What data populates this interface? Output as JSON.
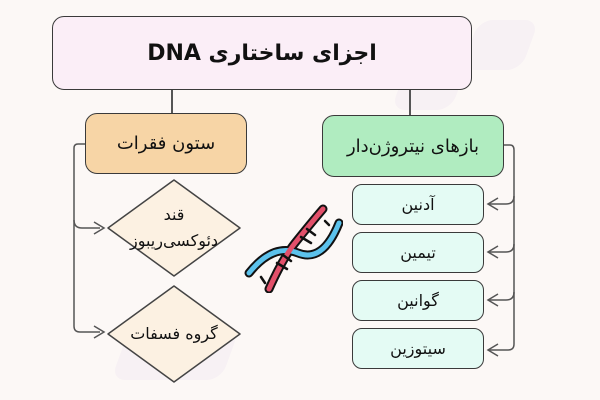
{
  "title": "اجزای ساختاری DNA",
  "branches": {
    "backbone": {
      "label": "ستون فقرات",
      "color": "#f7d5a6",
      "items": [
        {
          "line1": "قند",
          "line2": "دئوکسی‌ریبوز"
        },
        {
          "line1": "گروه فسفات",
          "line2": ""
        }
      ]
    },
    "bases": {
      "label": "بازهای نیتروژن‌دار",
      "color": "#b0ecc0",
      "items": [
        "آدنین",
        "تیمین",
        "گوانین",
        "سیتوزین"
      ]
    }
  },
  "icons": {
    "center": "dna-helix-icon"
  },
  "colors": {
    "title_bg": "#fbeef7",
    "base_bg": "#e4fbf4",
    "diamond_bg": "#fcf1e2",
    "helix_red": "#e2506a",
    "helix_blue": "#5cc2ec"
  }
}
